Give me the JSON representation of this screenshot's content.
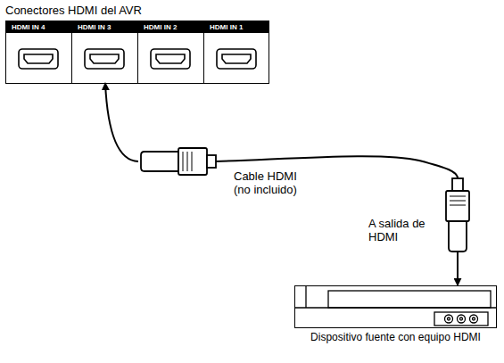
{
  "diagram": {
    "nodes": [
      {
        "text": [
          "Conectores HDMI del AVR"
        ]
      },
      {
        "text": [
          "HDMI IN 4"
        ],
        "in": 0
      },
      {
        "text": [
          "HDMI IN 3"
        ],
        "in": 0
      },
      {
        "text": [
          "HDMI IN 2"
        ],
        "in": 0
      },
      {
        "text": [
          "HDMI IN 1"
        ],
        "in": 0
      },
      {
        "text": [
          "Dispositivo fuente con equipo HDMI"
        ]
      }
    ],
    "edges": [
      {
        "from": 2,
        "to": 5,
        "arrow": "both",
        "label": "Cable HDMI (no incluido)"
      }
    ],
    "labels": [
      "A salida de HDMI"
    ]
  }
}
